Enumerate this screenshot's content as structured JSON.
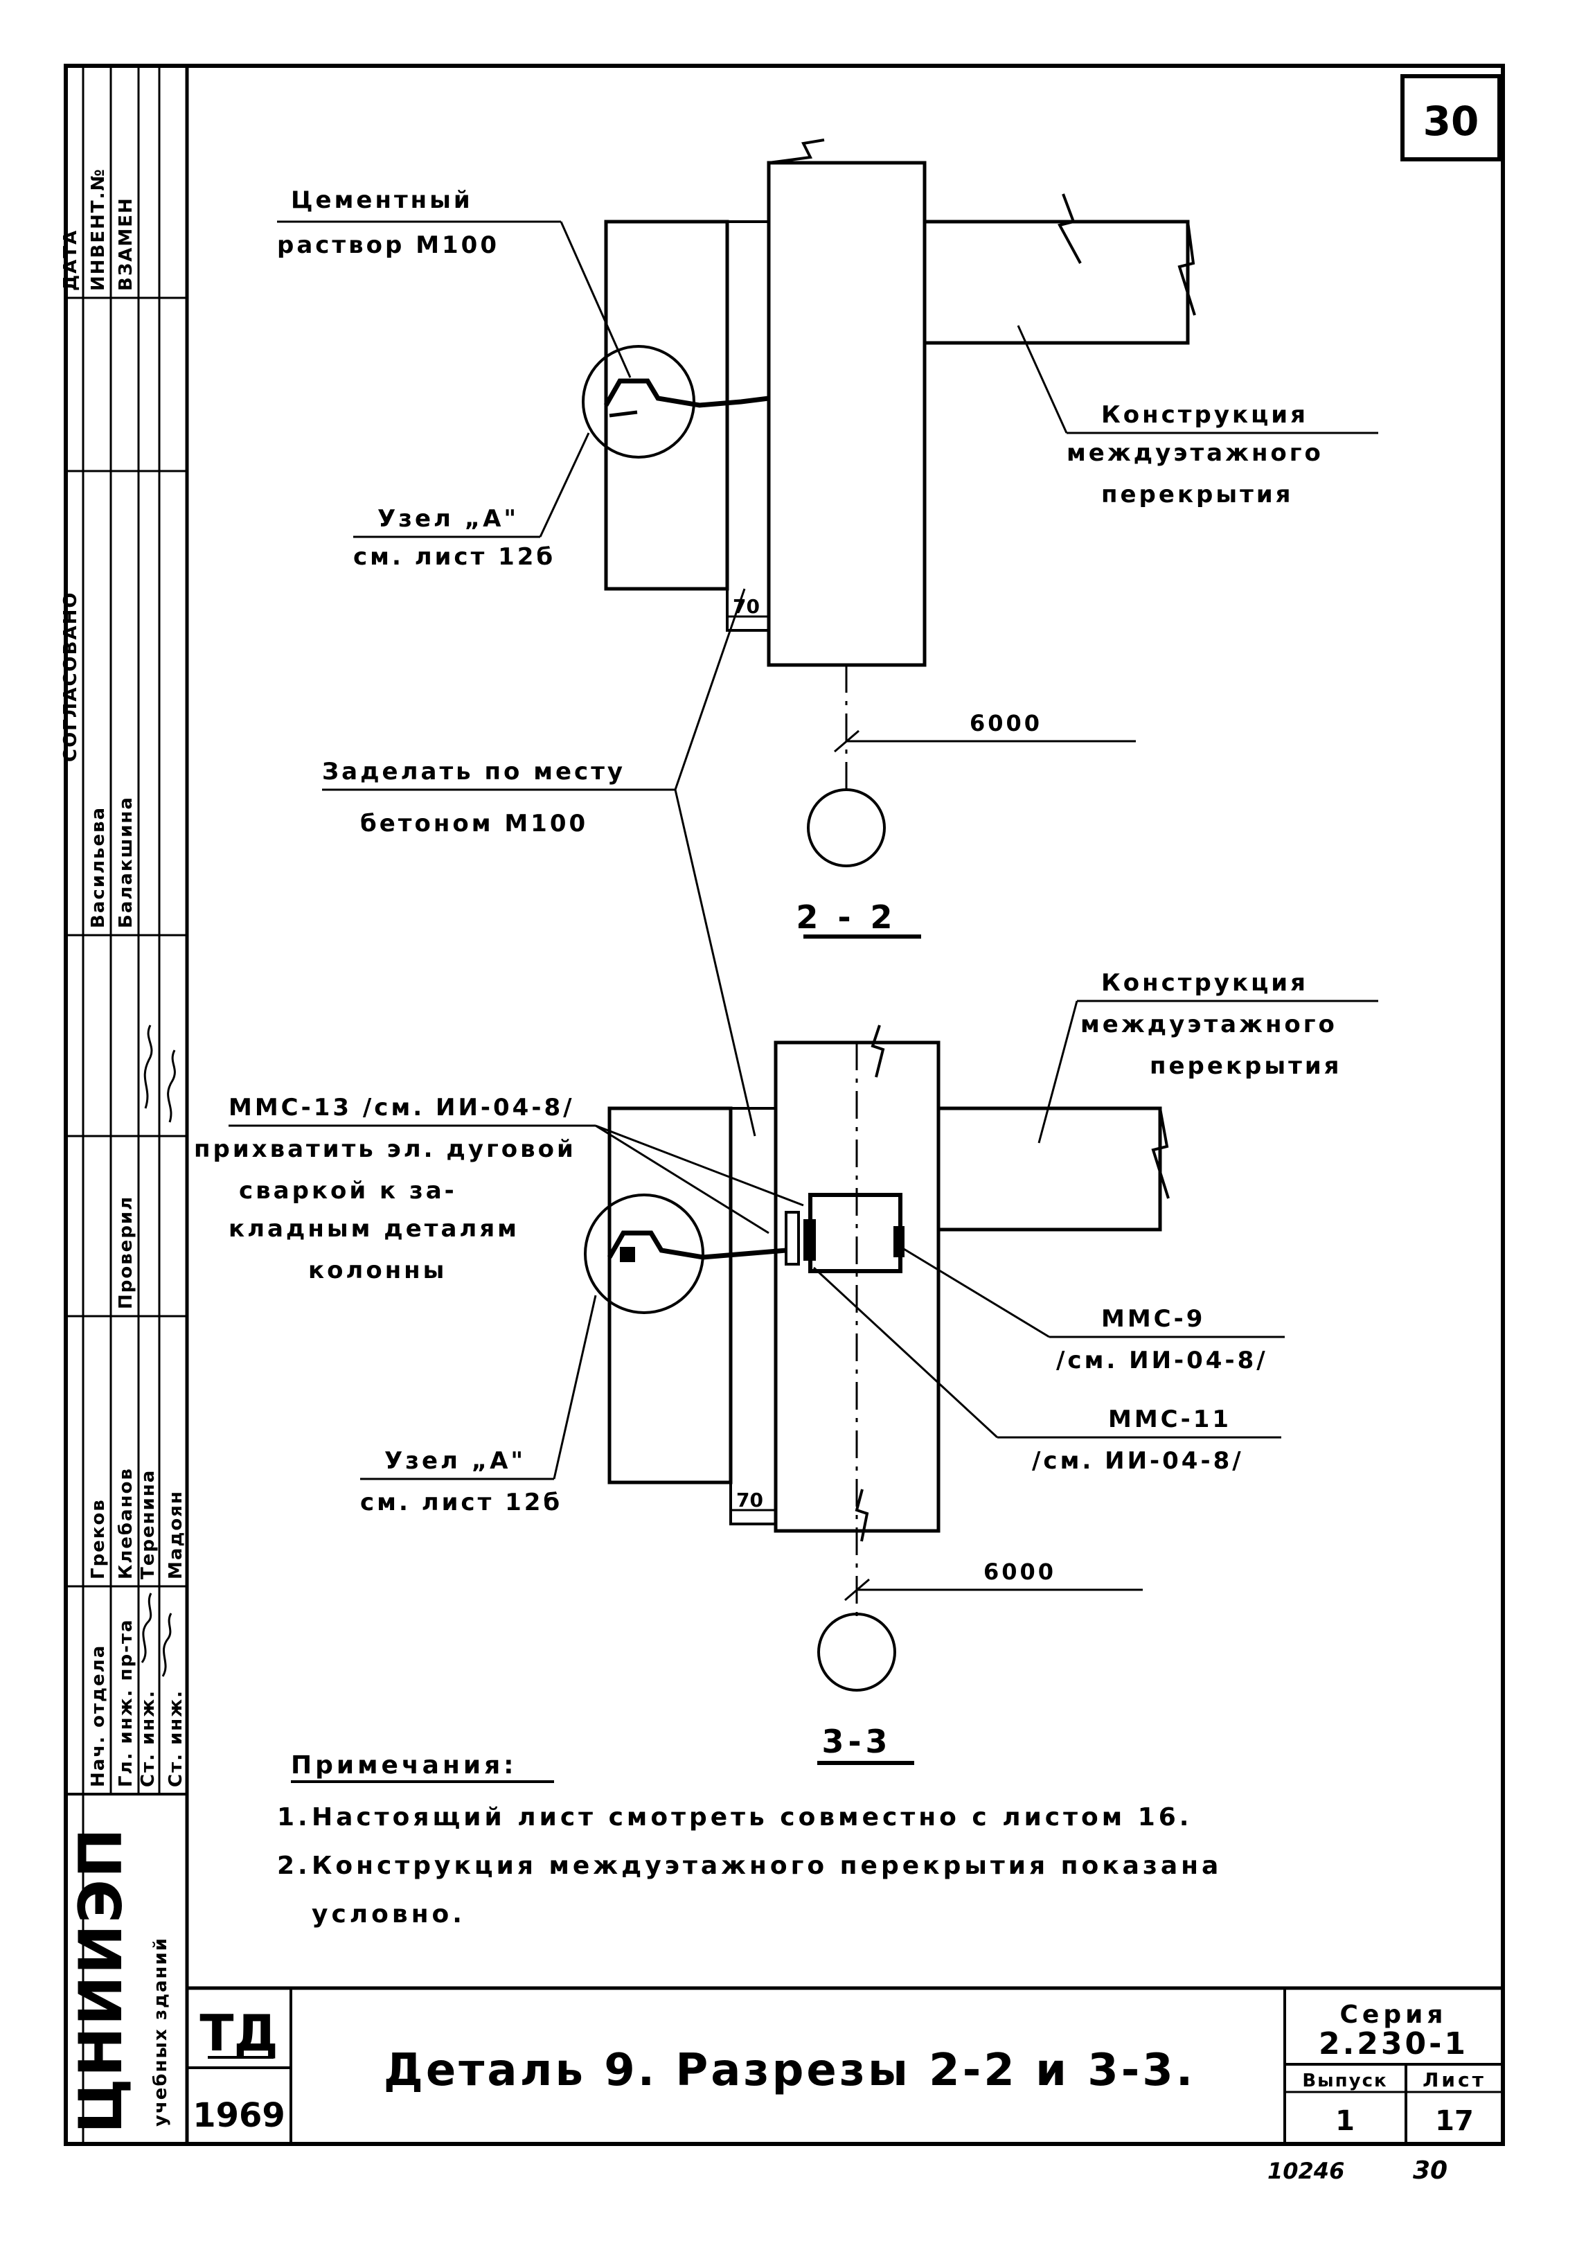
{
  "sheet_number": "30",
  "section_2_2": {
    "mortar_label_line1": "Цементный",
    "mortar_label_line2": "раствор М100",
    "floor_label_line1": "Конструкция",
    "floor_label_line2": "междуэтажного",
    "floor_label_line3": "перекрытия",
    "node_label_line1": "Узел „А\"",
    "node_label_line2": "см. лист 12б",
    "dim_70": "70",
    "dim_6000": "6000",
    "section_title": "2 - 2"
  },
  "concrete_note_line1": "Заделать по месту",
  "concrete_note_line2": "бетоном М100",
  "section_3_3": {
    "floor_label_line1": "Конструкция",
    "floor_label_line2": "междуэтажного",
    "floor_label_line3": "перекрытия",
    "mms13_line1": "ММС-13 /см. ИИ-04-8/",
    "weld_line1": "прихватить эл. дуговой",
    "weld_line2": "сваркой к за-",
    "weld_line3": "кладным деталям",
    "weld_line4": "колонны",
    "mms9_line1": "ММС-9",
    "mms9_line2": "/см. ИИ-04-8/",
    "mms11_line1": "ММС-11",
    "mms11_line2": "/см. ИИ-04-8/",
    "node_label_line1": "Узел „А\"",
    "node_label_line2": "см. лист 12б",
    "dim_70": "70",
    "dim_6000": "6000",
    "section_title": "3-3"
  },
  "notes": {
    "heading": "Примечания:",
    "item1_num": "1.",
    "item1_text": "Настоящий лист смотреть совместно с листом 16.",
    "item2_num": "2.",
    "item2_line1": "Конструкция междуэтажного перекрытия показана",
    "item2_line2": "условно."
  },
  "title_block": {
    "td": "ТД",
    "year": "1969",
    "title": "Деталь 9.   Разрезы 2-2 и 3-3.",
    "series_label": "Серия",
    "series_value": "2.230-1",
    "issue_label": "Выпуск",
    "issue_value": "1",
    "sheet_label": "Лист",
    "sheet_value": "17",
    "below_left": "10246",
    "below_right": "30"
  },
  "side_stamp": {
    "org_line1": "ЦНИИЭП",
    "org_line2": "учебных зданий",
    "agreed": "СОГЛАСОВАНО",
    "col_date": "ДАТА",
    "col_inv": "ИНВЕНТ.№",
    "col_instead": "ВЗАМЕН",
    "roles": [
      "Нач. отдела",
      "Гл. инж. пр-та",
      "Ст. инж.",
      "Ст. инж."
    ],
    "names": [
      "Греков",
      "Клебанов",
      "Теренина",
      "Мадоян"
    ],
    "checked": "Проверил",
    "checker": "Балакшина",
    "checker_head": "Васильева"
  }
}
